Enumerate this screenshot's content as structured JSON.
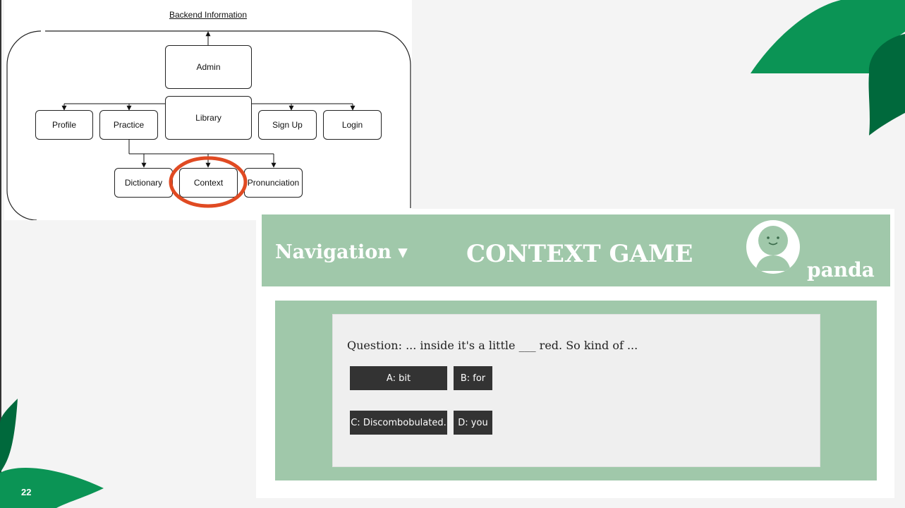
{
  "slide": {
    "page_number": "22",
    "colors": {
      "leaf_green": "#0b9455",
      "leaf_dark": "#00693c",
      "highlight_red": "#e04a22",
      "header_green": "#a0c8aa"
    }
  },
  "diagram": {
    "title": "Backend Information",
    "nodes": {
      "admin": "Admin",
      "library": "Library",
      "profile": "Profile",
      "practice": "Practice",
      "sign_up": "Sign Up",
      "login": "Login",
      "dictionary": "Dictionary",
      "context": "Context",
      "pronunciation": "Pronunciation"
    }
  },
  "game": {
    "nav_label": "Navigation ▾",
    "title": "CONTEXT GAME",
    "avatar_icon": "user-avatar-icon",
    "username": "panda",
    "question": "Question: ... inside it's a little ___ red. So kind of ...",
    "answers": {
      "a": "A: bit",
      "b": "B: for",
      "c": "C: Discombobulated.",
      "d": "D: you"
    }
  }
}
